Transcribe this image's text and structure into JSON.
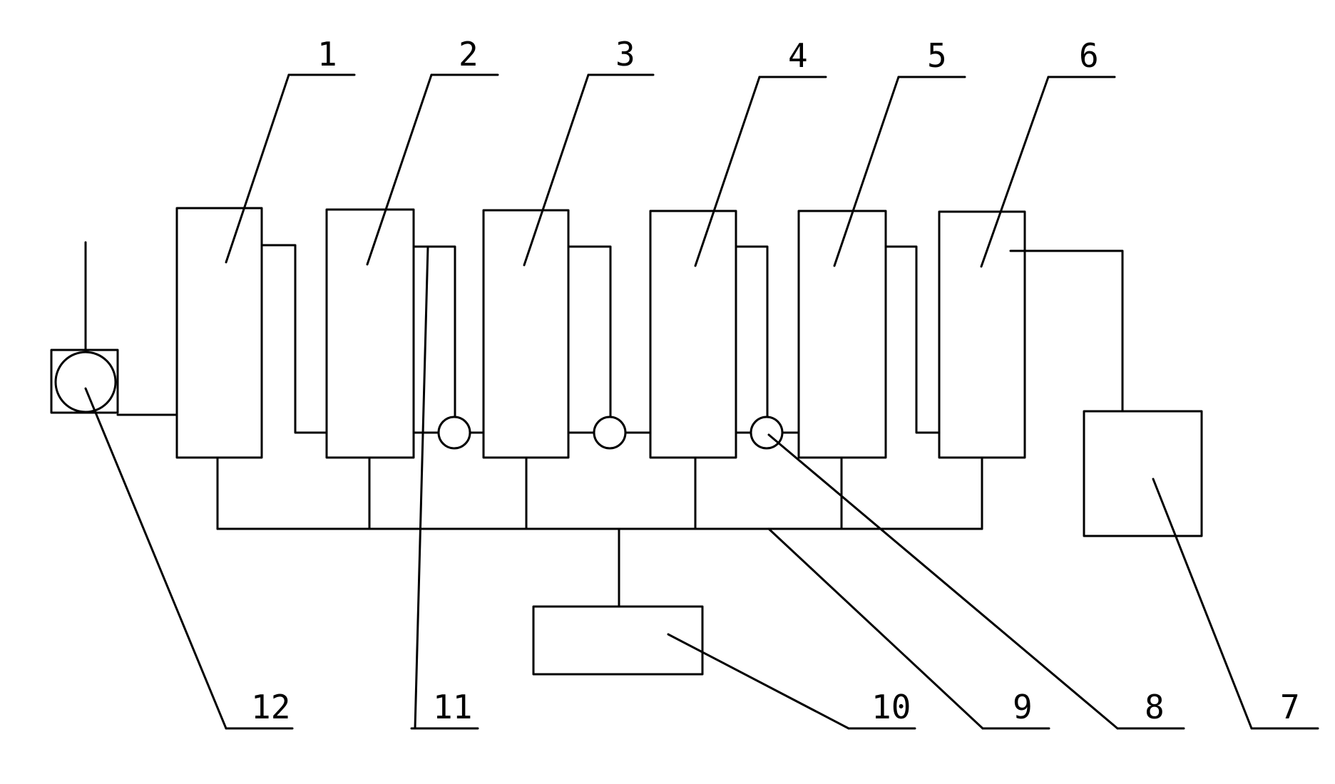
{
  "diagram": {
    "labels": {
      "n1": "1",
      "n2": "2",
      "n3": "3",
      "n4": "4",
      "n5": "5",
      "n6": "6",
      "n7": "7",
      "n8": "8",
      "n9": "9",
      "n10": "10",
      "n11": "11",
      "n12": "12"
    },
    "stroke_color": "#000000",
    "background_color": "#ffffff"
  }
}
